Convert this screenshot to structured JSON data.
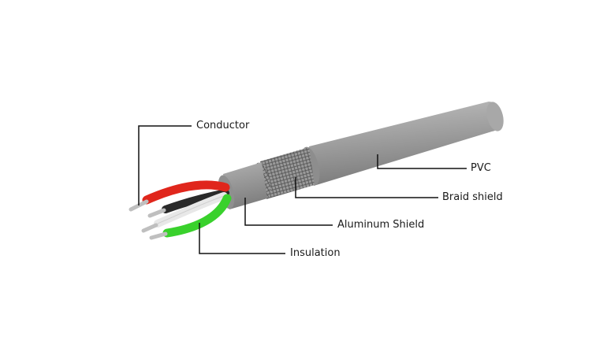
{
  "labels": {
    "conductor": "Conductor",
    "pvc": "PVC",
    "braid_shield": "Braid shield",
    "aluminum_shield": "Aluminum Shield",
    "insulation": "Insulation"
  },
  "colors": {
    "jacket": "#9b9b9b",
    "jacket_light": "#b4b4b4",
    "jacket_dark": "#7d7d7d",
    "braid": "#8a8a8a",
    "wire_red": "#e0261c",
    "wire_green": "#39d12c",
    "wire_black": "#2a2a2a",
    "wire_white": "#e8e8e8",
    "copper": "#bfbfbf",
    "leader": "#111111"
  }
}
